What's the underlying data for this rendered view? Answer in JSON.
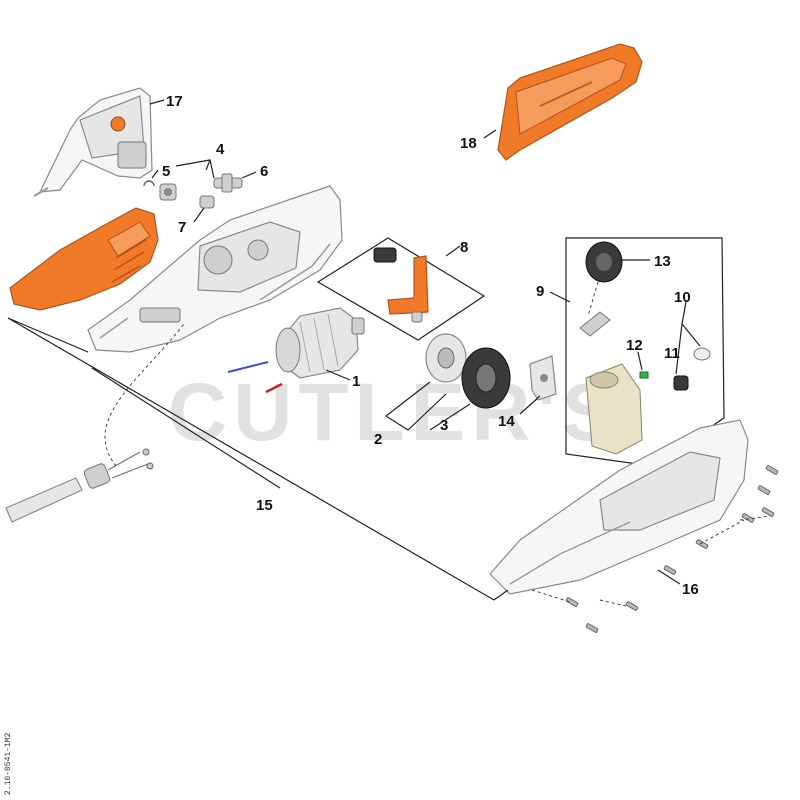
{
  "watermark": "CUTLER'S",
  "drawing_code": "2.10-0541-1M2",
  "callouts": {
    "c1": "1",
    "c2": "2",
    "c3": "3",
    "c4": "4",
    "c5": "5",
    "c6": "6",
    "c7": "7",
    "c8": "8",
    "c9": "9",
    "c10": "10",
    "c11": "11",
    "c12": "12",
    "c13": "13",
    "c14": "14",
    "c15": "15",
    "c16": "16",
    "c17": "17",
    "c18": "18"
  },
  "colors": {
    "orange": "#f07a28",
    "housing_grey": "#e6e6e6",
    "watermark_grey": "#c9c9c9"
  }
}
